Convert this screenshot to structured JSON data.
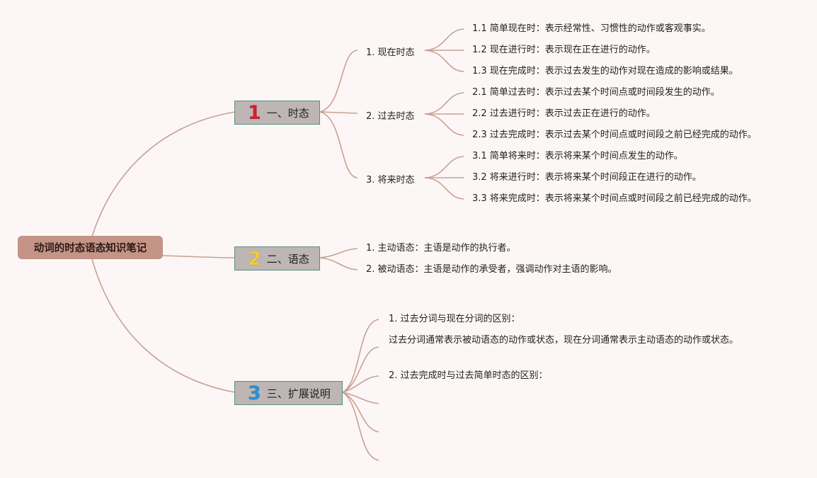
{
  "root": {
    "label": "动词的时态语态知识笔记"
  },
  "branches": [
    {
      "badge": "1",
      "badge_color": "#d61f2c",
      "label": "一、时态"
    },
    {
      "badge": "2",
      "badge_color": "#f2cc3c",
      "label": "二、语态"
    },
    {
      "badge": "3",
      "badge_color": "#2c8fd4",
      "label": "三、扩展说明"
    }
  ],
  "tense": {
    "groups": [
      {
        "label": "1. 现在时态",
        "items": [
          "1.1 简单现在时：表示经常性、习惯性的动作或客观事实。",
          "1.2 现在进行时：表示现在正在进行的动作。",
          "1.3 现在完成时：表示过去发生的动作对现在造成的影响或结果。"
        ]
      },
      {
        "label": "2. 过去时态",
        "items": [
          "2.1 简单过去时：表示过去某个时间点或时间段发生的动作。",
          "2.2 过去进行时：表示过去正在进行的动作。",
          "2.3 过去完成时：表示过去某个时间点或时间段之前已经完成的动作。"
        ]
      },
      {
        "label": "3. 将来时态",
        "items": [
          "3.1 简单将来时：表示将来某个时间点发生的动作。",
          "3.2 将来进行时：表示将来某个时间段正在进行的动作。",
          "3.3 将来完成时：表示将来某个时间点或时间段之前已经完成的动作。"
        ]
      }
    ]
  },
  "voice": {
    "items": [
      "1. 主动语态：主语是动作的执行者。",
      "2. 被动语态：主语是动作的承受者，强调动作对主语的影响。"
    ]
  },
  "extended": {
    "items": [
      "1. 过去分词与现在分词的区别：",
      "过去分词通常表示被动语态的动作或状态，现在分词通常表示主动语态的动作或状态。",
      "2. 过去完成时与过去简单时态的区别："
    ]
  },
  "colors": {
    "edge": "#c9a094",
    "root_bg": "#c49486",
    "branch_bg": "#bdb6b4",
    "branch_border": "#5c8f80",
    "page_bg": "#fcf7f6"
  }
}
